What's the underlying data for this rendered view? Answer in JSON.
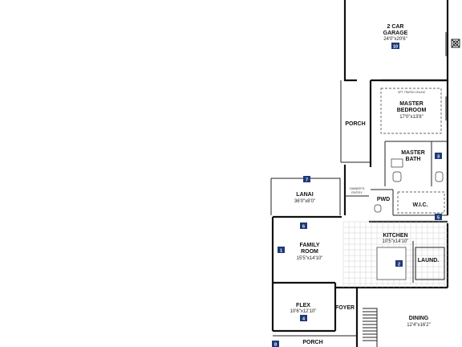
{
  "rooms": {
    "garage": {
      "name_line1": "2 CAR",
      "name_line2": "GARAGE",
      "dims": "24'0\"x20'6\"",
      "badge": "10"
    },
    "master_bedroom": {
      "name_line1": "MASTER",
      "name_line2": "BEDROOM",
      "dims": "17'0\"x13'8\""
    },
    "porch_top": {
      "name": "PORCH"
    },
    "master_bath": {
      "name_line1": "MASTER",
      "name_line2": "BATH",
      "badge": "3"
    },
    "owners_entry": {
      "name_line1": "OWNER'S",
      "name_line2": "ENTRY"
    },
    "pwd": {
      "name": "PWD"
    },
    "wic": {
      "name": "W.I.C.",
      "badge": "5"
    },
    "lanai": {
      "name": "LANAI",
      "dims": "36'0\"x8'0\"",
      "badge_top": "7",
      "badge_bottom": "6"
    },
    "kitchen": {
      "name": "KITCHEN",
      "dims": "10'5\"x14'10\"",
      "badge": "2"
    },
    "family_room": {
      "name_line1": "FAMILY",
      "name_line2": "ROOM",
      "dims": "15'5\"x14'10\"",
      "badge": "1"
    },
    "laundry": {
      "name": "LAUND."
    },
    "flex": {
      "name": "FLEX",
      "dims": "10'6\"x12'10\"",
      "badge": "4"
    },
    "foyer": {
      "name": "FOYER"
    },
    "dining": {
      "name": "DINING",
      "dims": "12'4\"x16'2\""
    },
    "porch_bottom": {
      "name": "PORCH",
      "badge": "8"
    }
  }
}
